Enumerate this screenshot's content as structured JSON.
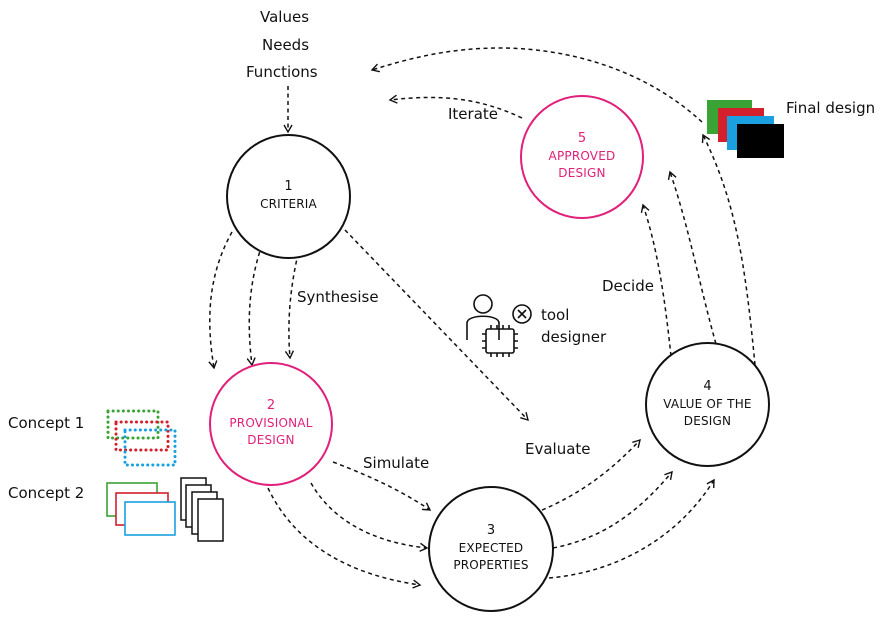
{
  "inputs": {
    "values": "Values",
    "needs": "Needs",
    "functions": "Functions"
  },
  "nodes": {
    "criteria": {
      "num": "1",
      "label": "CRITERIA"
    },
    "provisional": {
      "num": "2",
      "label": "PROVISIONAL\nDESIGN"
    },
    "expected": {
      "num": "3",
      "label": "EXPECTED\nPROPERTIES"
    },
    "value": {
      "num": "4",
      "label": "VALUE OF THE\nDESIGN"
    },
    "approved": {
      "num": "5",
      "label": "APPROVED\nDESIGN"
    }
  },
  "steps": {
    "synthesise": "Synthesise",
    "simulate": "Simulate",
    "evaluate": "Evaluate",
    "decide": "Decide",
    "iterate": "Iterate"
  },
  "actors": {
    "tool": "tool",
    "designer": "designer"
  },
  "concepts": {
    "concept1": "Concept 1",
    "concept2": "Concept 2",
    "final": "Final design"
  },
  "colors": {
    "accent_pink": "#e0207a",
    "green": "#3aa335",
    "red": "#d3202c",
    "blue": "#1aa0e0",
    "black": "#000000"
  },
  "icons": {
    "designer": "person-with-chip-icon",
    "tool": "tool-x-icon"
  }
}
